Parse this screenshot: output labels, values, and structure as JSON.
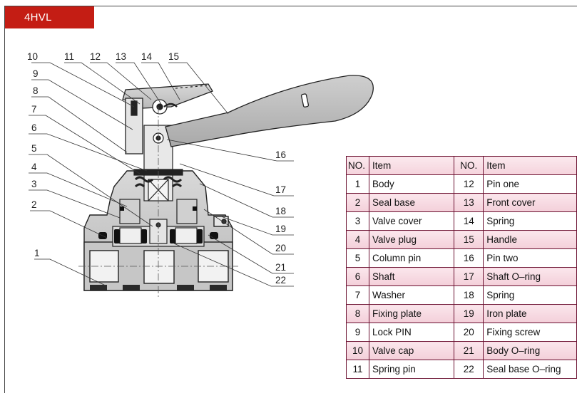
{
  "title": "4HVL",
  "callouts": {
    "n1": "1",
    "n2": "2",
    "n3": "3",
    "n4": "4",
    "n5": "5",
    "n6": "6",
    "n7": "7",
    "n8": "8",
    "n9": "9",
    "n10": "10",
    "n11": "11",
    "n12": "12",
    "n13": "13",
    "n14": "14",
    "n15": "15",
    "n16": "16",
    "n17": "17",
    "n18": "18",
    "n19": "19",
    "n20": "20",
    "n21": "21",
    "n22": "22"
  },
  "table": {
    "headers": [
      "NO.",
      "Item",
      "NO.",
      "Item"
    ],
    "rows": [
      [
        "1",
        "Body",
        "12",
        "Pin one"
      ],
      [
        "2",
        "Seal base",
        "13",
        "Front cover"
      ],
      [
        "3",
        "Valve cover",
        "14",
        "Spring"
      ],
      [
        "4",
        "Valve plug",
        "15",
        "Handle"
      ],
      [
        "5",
        "Column pin",
        "16",
        "Pin two"
      ],
      [
        "6",
        "Shaft",
        "17",
        "Shaft O–ring"
      ],
      [
        "7",
        "Washer",
        "18",
        "Spring"
      ],
      [
        "8",
        "Fixing plate",
        "19",
        "Iron plate"
      ],
      [
        "9",
        "Lock PIN",
        "20",
        "Fixing screw"
      ],
      [
        "10",
        "Valve cap",
        "21",
        "Body O–ring"
      ],
      [
        "11",
        "Spring pin",
        "22",
        "Seal base O–ring"
      ]
    ]
  }
}
